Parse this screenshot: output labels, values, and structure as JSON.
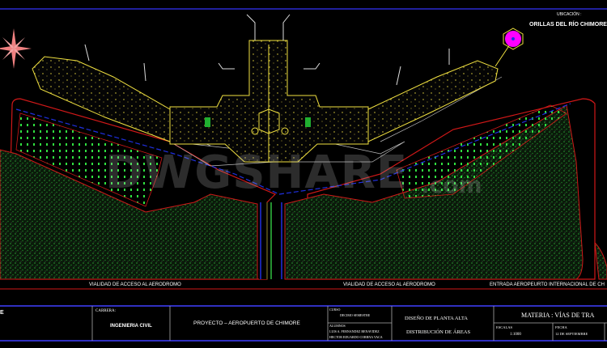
{
  "location": {
    "label": "UBICACIÓN :",
    "value": "ORILLAS DEL RÍO CHIMORE"
  },
  "roads": {
    "left_label": "VIALIDAD DE ACCESO AL AERODROMO",
    "center_label": "VIALIDAD DE ACCESO AL AERODROMO",
    "right_label": "ENTRADA AEROPEURTO INTERNACIONAL DE CH"
  },
  "watermark": "DWGSHARE.com",
  "title_block": {
    "left_cut": "E",
    "carrera_label": "CARRERA:",
    "carrera_value": "INGENIERIA CIVIL",
    "proyecto": "PROYECTO  –  AEROPUERTO DE CHIMORE",
    "curso_label": "CURSO",
    "curso_value": "DECIMO SEMESTRE",
    "alumnos_label": "ALUMNOS",
    "alumnos": [
      "LUIS A. FERNANDEZ BENAVIDEZ",
      "HECTOR EDUARDO CORRNA VACA"
    ],
    "sheet_title_1": "DISEÑO DE PLANTA ALTA",
    "sheet_title_2": "DISTRIBUCIÓN DE ÁREAS",
    "materia": "MATERIA  :  VÍAS DE TRA",
    "escalas_label": "ESCALAS",
    "escalas_value": "1:1000",
    "fecha_label": "FECHA",
    "fecha_value": "12 DE SEPTIEMBRE"
  },
  "colors": {
    "background": "#000000",
    "terrain": "#1f8a2a",
    "boundary": "#d01818",
    "building": "#f0e040",
    "frame": "#2020c0",
    "helipad": "#ff00ff"
  },
  "icons": [
    "north-arrow-icon",
    "helipad-icon"
  ]
}
